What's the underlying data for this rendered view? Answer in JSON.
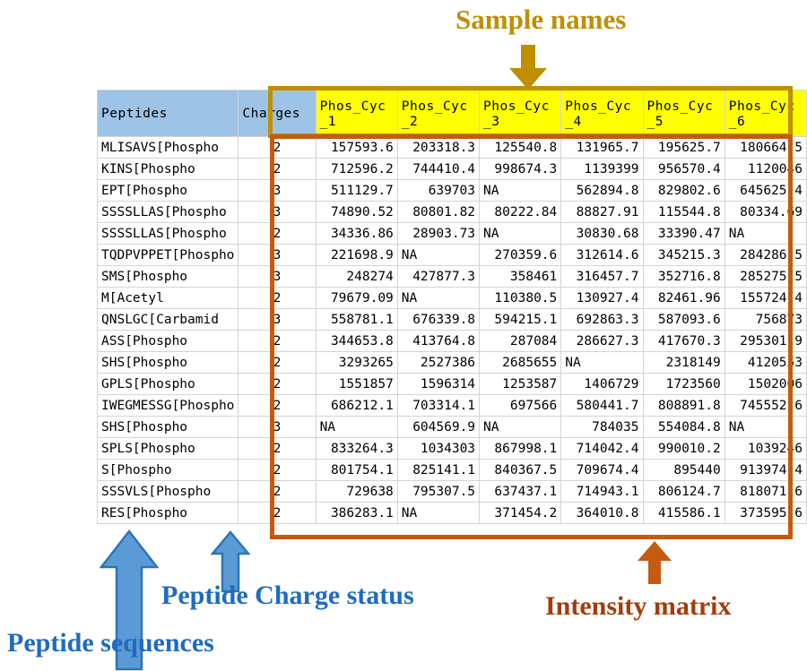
{
  "annotations": {
    "sample_names": "Sample names",
    "peptide_charge_status": "Peptide Charge status",
    "peptide_sequences": "Peptide sequences",
    "intensity_matrix": "Intensity matrix",
    "colors": {
      "sample_names": "#bf8f00",
      "peptide_blue": "#1f6bc0",
      "intensity_orange": "#a43c0a",
      "arrow_blue_fill": "#5b9bd5",
      "arrow_blue_stroke": "#2e74b5",
      "arrow_orange_fill": "#c55a11",
      "header_blue_fill": "#9dc3e6",
      "header_yellow_fill": "#ffff00"
    }
  },
  "table": {
    "headers": {
      "peptides": "Peptides",
      "charges": "Charges",
      "samples": [
        "Phos_Cyc_1",
        "Phos_Cyc_2",
        "Phos_Cyc_3",
        "Phos_Cyc_4",
        "Phos_Cyc_5",
        "Phos_Cyc_6"
      ]
    },
    "rows": [
      {
        "peptide": "MLISAVS[Phospho",
        "charge": "2",
        "values": [
          "157593.6",
          "203318.3",
          "125540.8",
          "131965.7",
          "195625.7",
          "180664.5"
        ]
      },
      {
        "peptide": "KINS[Phospho",
        "charge": "2",
        "values": [
          "712596.2",
          "744410.4",
          "998674.3",
          "1139399",
          "956570.4",
          "1120046"
        ]
      },
      {
        "peptide": "EPT[Phospho",
        "charge": "3",
        "values": [
          "511129.7",
          "639703",
          "NA",
          "562894.8",
          "829802.6",
          "645625.4"
        ]
      },
      {
        "peptide": "SSSSLLAS[Phospho",
        "charge": "3",
        "values": [
          "74890.52",
          "80801.82",
          "80222.84",
          "88827.91",
          "115544.8",
          "80334.69"
        ]
      },
      {
        "peptide": "SSSSLLAS[Phospho",
        "charge": "2",
        "values": [
          "34336.86",
          "28903.73",
          "NA",
          "30830.68",
          "33390.47",
          "NA"
        ]
      },
      {
        "peptide": "TQDPVPPET[Phospho",
        "charge": "3",
        "values": [
          "221698.9",
          "NA",
          "270359.6",
          "312614.6",
          "345215.3",
          "284286.5"
        ]
      },
      {
        "peptide": "SMS[Phospho",
        "charge": "3",
        "values": [
          "248274",
          "427877.3",
          "358461",
          "316457.7",
          "352716.8",
          "285275.5"
        ]
      },
      {
        "peptide": "M[Acetyl",
        "charge": "2",
        "values": [
          "79679.09",
          "NA",
          "110380.5",
          "130927.4",
          "82461.96",
          "155724.4"
        ]
      },
      {
        "peptide": "QNSLGC[Carbamid",
        "charge": "3",
        "values": [
          "558781.1",
          "676339.8",
          "594215.1",
          "692863.3",
          "587093.6",
          "756873"
        ]
      },
      {
        "peptide": "ASS[Phospho",
        "charge": "2",
        "values": [
          "344653.8",
          "413764.8",
          "287084",
          "286627.3",
          "417670.3",
          "295301.9"
        ]
      },
      {
        "peptide": "SHS[Phospho",
        "charge": "2",
        "values": [
          "3293265",
          "2527386",
          "2685655",
          "NA",
          "2318149",
          "4120553"
        ]
      },
      {
        "peptide": "GPLS[Phospho",
        "charge": "2",
        "values": [
          "1551857",
          "1596314",
          "1253587",
          "1406729",
          "1723560",
          "1502006"
        ]
      },
      {
        "peptide": "IWEGMESSG[Phospho",
        "charge": "2",
        "values": [
          "686212.1",
          "703314.1",
          "697566",
          "580441.7",
          "808891.8",
          "745552.6"
        ]
      },
      {
        "peptide": "SHS[Phospho",
        "charge": "3",
        "values": [
          "NA",
          "604569.9",
          "NA",
          "784035",
          "554084.8",
          "NA"
        ]
      },
      {
        "peptide": "SPLS[Phospho",
        "charge": "2",
        "values": [
          "833264.3",
          "1034303",
          "867998.1",
          "714042.4",
          "990010.2",
          "1039246"
        ]
      },
      {
        "peptide": "S[Phospho",
        "charge": "2",
        "values": [
          "801754.1",
          "825141.1",
          "840367.5",
          "709674.4",
          "895440",
          "913974.4"
        ]
      },
      {
        "peptide": "SSSVLS[Phospho",
        "charge": "2",
        "values": [
          "729638",
          "795307.5",
          "637437.1",
          "714943.1",
          "806124.7",
          "818071.6"
        ]
      },
      {
        "peptide": "RES[Phospho",
        "charge": "2",
        "values": [
          "386283.1",
          "NA",
          "371454.2",
          "364010.8",
          "415586.1",
          "373595.6"
        ]
      }
    ]
  }
}
